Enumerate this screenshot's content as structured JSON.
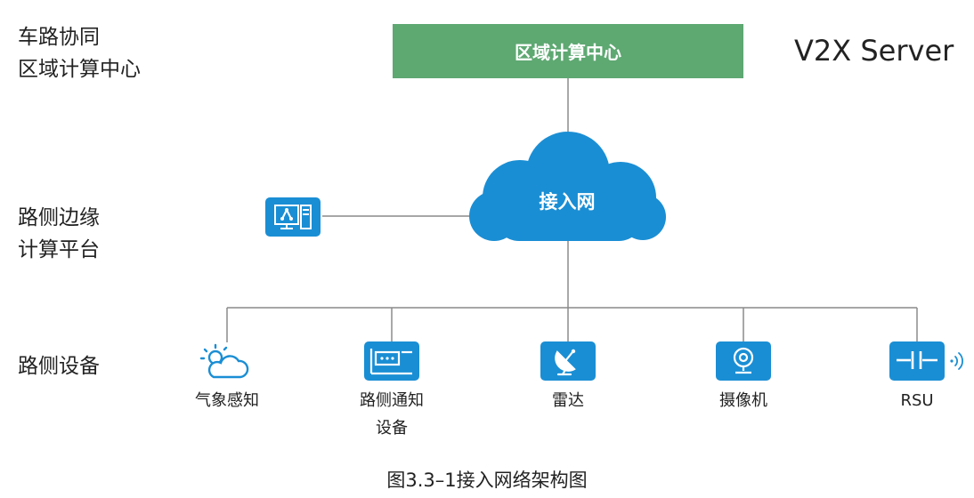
{
  "tiers": {
    "center": "车路协同\n区域计算中心",
    "edge": "路侧边缘\n计算平台",
    "devices": "路侧设备"
  },
  "center_box_label": "区域计算中心",
  "server_label": "V2X Server",
  "cloud_label": "接入网",
  "devices": [
    {
      "label": "气象感知",
      "icon": "weather-cloud-sun-icon"
    },
    {
      "label": "路侧通知\n设备",
      "icon": "roadside-notice-icon"
    },
    {
      "label": "雷达",
      "icon": "radar-dish-icon"
    },
    {
      "label": "摄像机",
      "icon": "camera-icon"
    },
    {
      "label": "RSU",
      "icon": "rsu-icon"
    }
  ],
  "caption": "图3.3–1接入网络架构图",
  "colors": {
    "center_green": "#5ea872",
    "accent_blue": "#1a8ed4",
    "line_gray": "#8a8a8a"
  }
}
